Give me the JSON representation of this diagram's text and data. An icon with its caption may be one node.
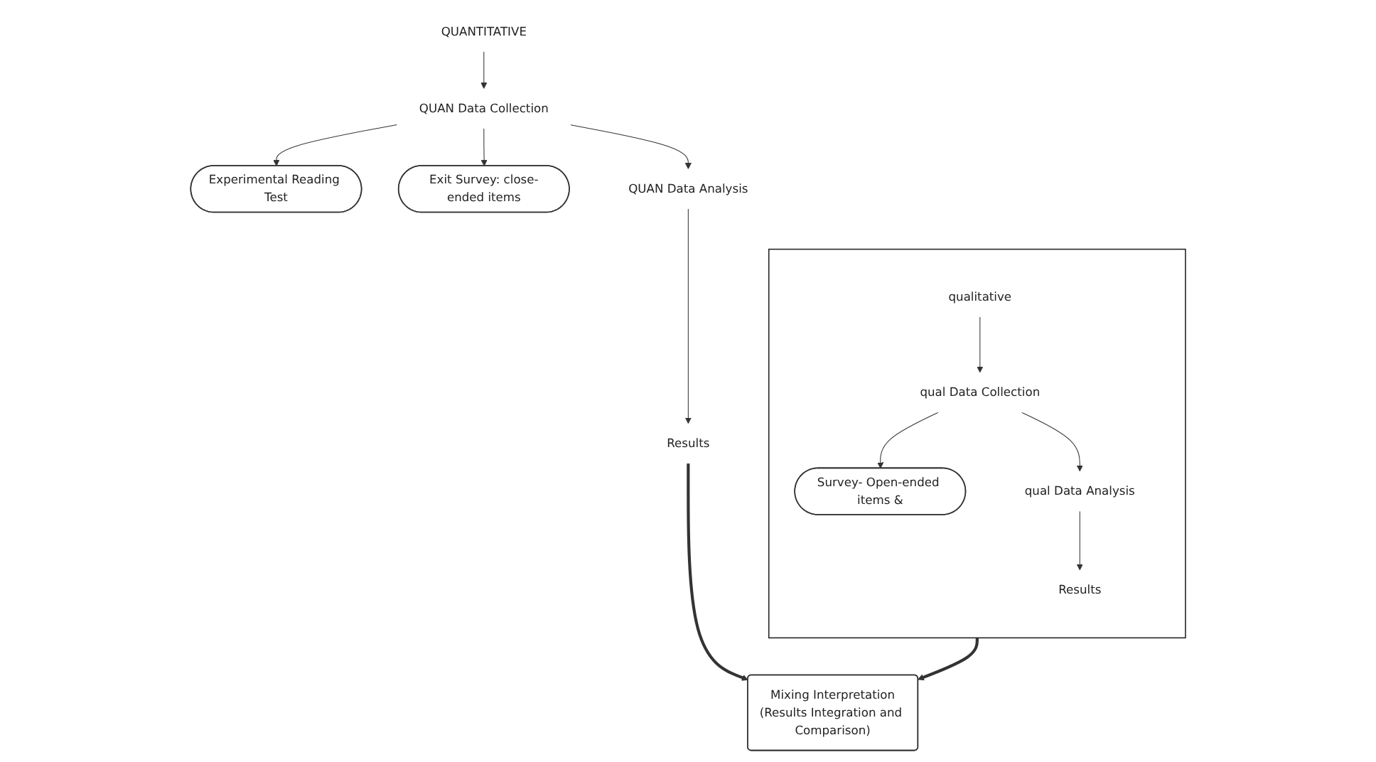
{
  "diagram": {
    "nodes": [
      {
        "text": [
          "QUANTITATIVE"
        ]
      },
      {
        "text": [
          "QUAN Data Collection"
        ]
      },
      {
        "text": [
          "Experimental Reading Test"
        ]
      },
      {
        "text": [
          "Exit Survey: close-ended items"
        ]
      },
      {
        "text": [
          "QUAN Data Analysis"
        ]
      },
      {
        "text": [
          "Results"
        ]
      },
      {
        "text": [
          "Mixing Interpretation",
          "(Results Integration and Comparison)"
        ]
      },
      {
        "text": [],
        "shape": "box"
      },
      {
        "text": [
          "qualitative"
        ],
        "in": 7
      },
      {
        "text": [
          "qual Data Collection"
        ],
        "in": 7
      },
      {
        "text": [
          "Survey- Open-ended items &"
        ],
        "in": 7
      },
      {
        "text": [
          "qual Data Analysis"
        ],
        "in": 7
      },
      {
        "text": [
          "Results"
        ],
        "in": 7
      }
    ],
    "edges": [
      {
        "from": 0,
        "to": 1,
        "arrow": "to"
      },
      {
        "from": 1,
        "to": 2,
        "arrow": "to"
      },
      {
        "from": 1,
        "to": 3,
        "arrow": "to"
      },
      {
        "from": 1,
        "to": 4,
        "arrow": "to"
      },
      {
        "from": 4,
        "to": 5,
        "arrow": "to"
      },
      {
        "from": 5,
        "to": 6,
        "arrow": "to",
        "style": "thick"
      },
      {
        "from": 8,
        "to": 9,
        "arrow": "to"
      },
      {
        "from": 9,
        "to": 10,
        "arrow": "to"
      },
      {
        "from": 9,
        "to": 11,
        "arrow": "to"
      },
      {
        "from": 11,
        "to": 12,
        "arrow": "to"
      },
      {
        "from": 7,
        "to": 6,
        "arrow": "to",
        "style": "thick"
      }
    ]
  }
}
